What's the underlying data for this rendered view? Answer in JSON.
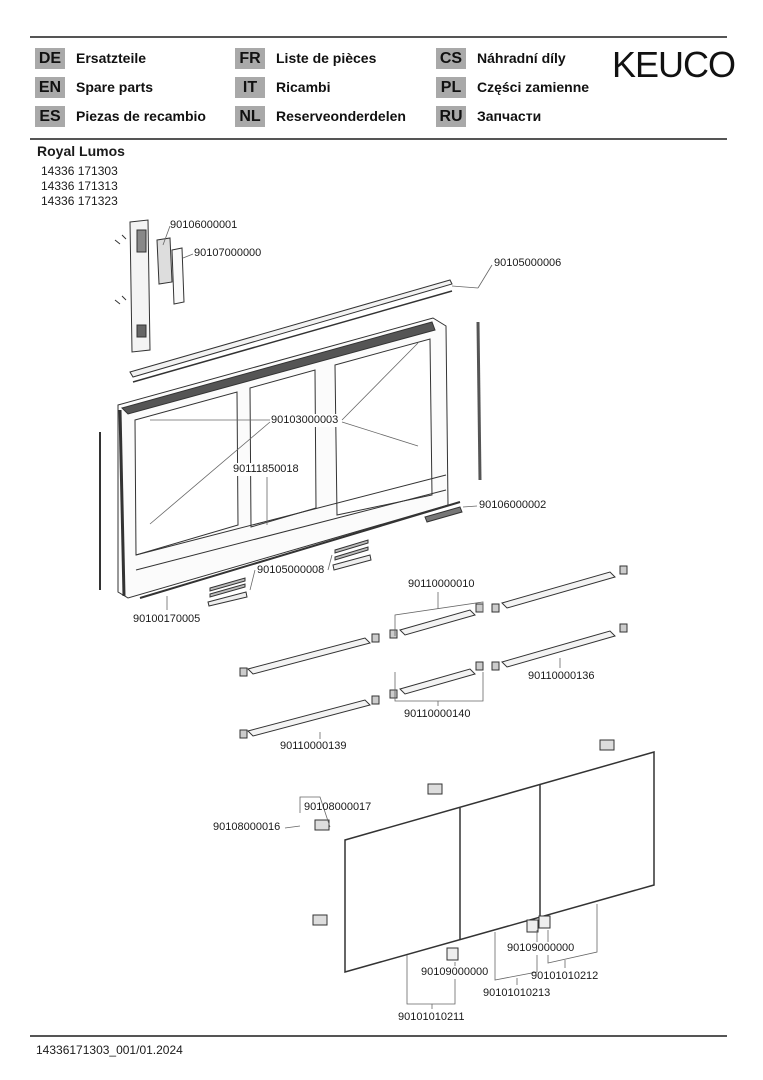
{
  "header": {
    "languages": [
      {
        "code": "DE",
        "label": "Ersatzteile"
      },
      {
        "code": "EN",
        "label": "Spare parts"
      },
      {
        "code": "ES",
        "label": "Piezas de recambio"
      },
      {
        "code": "FR",
        "label": "Liste de pièces"
      },
      {
        "code": "IT",
        "label": "Ricambi"
      },
      {
        "code": "NL",
        "label": "Reserveonderdelen"
      },
      {
        "code": "CS",
        "label": "Náhradní díly"
      },
      {
        "code": "PL",
        "label": "Części zamienne"
      },
      {
        "code": "RU",
        "label": "Запчасти"
      }
    ],
    "logo": "KEUCO"
  },
  "product": {
    "name": "Royal Lumos",
    "article_numbers": [
      "14336 171303",
      "14336 171313",
      "14336 171323"
    ]
  },
  "parts": [
    "90106000001",
    "90107000000",
    "90105000006",
    "90103000003",
    "90111850018",
    "90106000002",
    "90105000008",
    "90100170005",
    "90110000010",
    "90110000136",
    "90110000140",
    "90110000139",
    "90108000017",
    "90108000016",
    "90109000000",
    "90109000000",
    "90101010212",
    "90101010213",
    "90101010211"
  ],
  "footer": "14336171303_001/01.2024"
}
